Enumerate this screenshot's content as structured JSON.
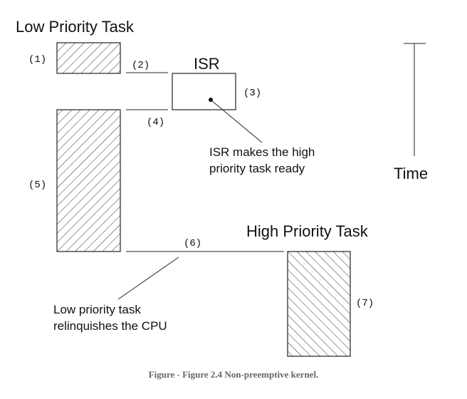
{
  "title_low": "Low Priority Task",
  "title_isr": "ISR",
  "title_high": "High Priority Task",
  "time_label": "Time",
  "markers": {
    "m1": "(1)",
    "m2": "(2)",
    "m3": "(3)",
    "m4": "(4)",
    "m5": "(5)",
    "m6": "(6)",
    "m7": "(7)"
  },
  "notes": {
    "isr_line1": "ISR makes the high",
    "isr_line2": "priority task ready",
    "cpu_line1": "Low priority task",
    "cpu_line2": "relinquishes the CPU"
  },
  "caption": "Figure - Figure 2.4 Non-preemptive kernel.",
  "colors": {
    "ink": "#222222",
    "caption": "#666666"
  }
}
